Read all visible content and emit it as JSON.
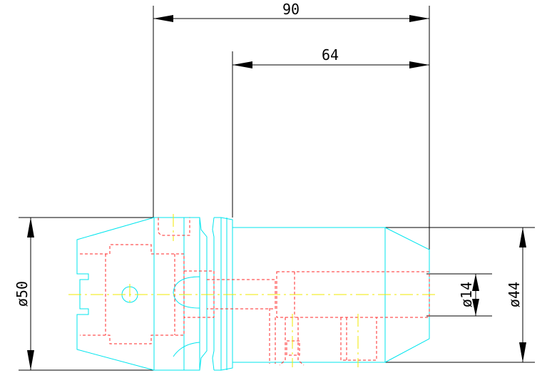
{
  "dimensions": {
    "overall_length": "90",
    "shank_length": "64",
    "flange_diameter": "ø50",
    "bore_diameter": "ø14",
    "body_diameter": "ø44"
  },
  "colors": {
    "outline": "#00e5ee",
    "hidden": "#ff2a2a",
    "centerline": "#f0ea00",
    "dimension": "#000000"
  }
}
